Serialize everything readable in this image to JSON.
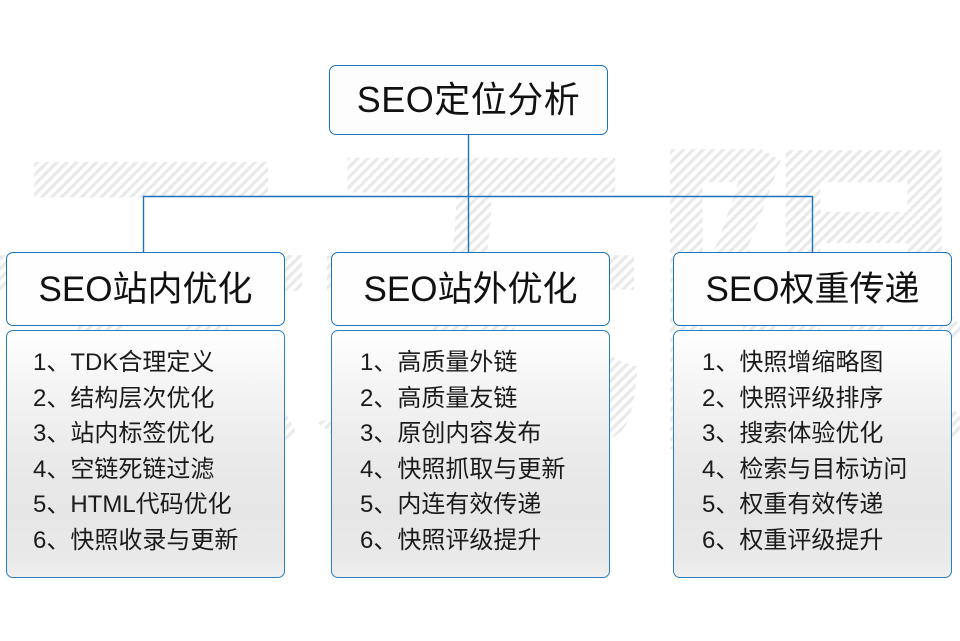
{
  "diagram": {
    "title_box": {
      "label": "SEO定位分析"
    },
    "watermark": {
      "text": "云无限"
    },
    "accent_color": "#1a74bd",
    "line_color": "#1a74bd",
    "columns": [
      {
        "id": "on-site",
        "header": "SEO站内优化",
        "items": [
          "1、TDK合理定义",
          "2、结构层次优化",
          "3、站内标签优化",
          "4、空链死链过滤",
          "5、HTML代码优化",
          "6、快照收录与更新"
        ]
      },
      {
        "id": "off-site",
        "header": "SEO站外优化",
        "items": [
          "1、高质量外链",
          "2、高质量友链",
          "3、原创内容发布",
          "4、快照抓取与更新",
          "5、内连有效传递",
          "6、快照评级提升"
        ]
      },
      {
        "id": "weight-transfer",
        "header": "SEO权重传递",
        "items": [
          "1、快照增缩略图",
          "2、快照评级排序",
          "3、搜索体验优化",
          "4、检索与目标访问",
          "5、权重有效传递",
          "6、权重评级提升"
        ]
      }
    ]
  }
}
